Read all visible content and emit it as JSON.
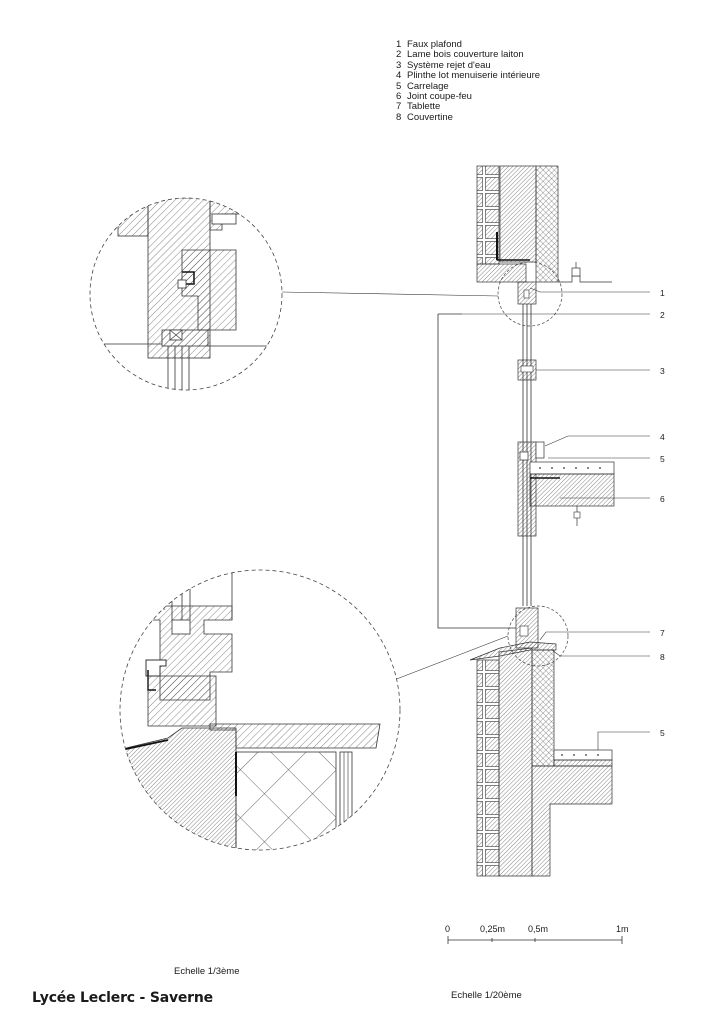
{
  "legend": [
    {
      "num": "1",
      "label": "Faux plafond"
    },
    {
      "num": "2",
      "label": "Lame bois couverture laiton"
    },
    {
      "num": "3",
      "label": "Système rejet d'eau"
    },
    {
      "num": "4",
      "label": "Plinthe lot menuiserie intérieure"
    },
    {
      "num": "5",
      "label": "Carrelage"
    },
    {
      "num": "6",
      "label": "Joint coupe-feu"
    },
    {
      "num": "7",
      "label": "Tablette"
    },
    {
      "num": "8",
      "label": "Couvertine"
    }
  ],
  "callouts": [
    "1",
    "2",
    "3",
    "4",
    "5",
    "6",
    "7",
    "8",
    "5"
  ],
  "scale_bar": {
    "ticks": [
      "0",
      "0,25m",
      "0,5m",
      "1m"
    ],
    "caption": "Echelle 1/20ème"
  },
  "detail_scale": "Echelle 1/3ème",
  "title": "Lycée Leclerc - Saverne"
}
